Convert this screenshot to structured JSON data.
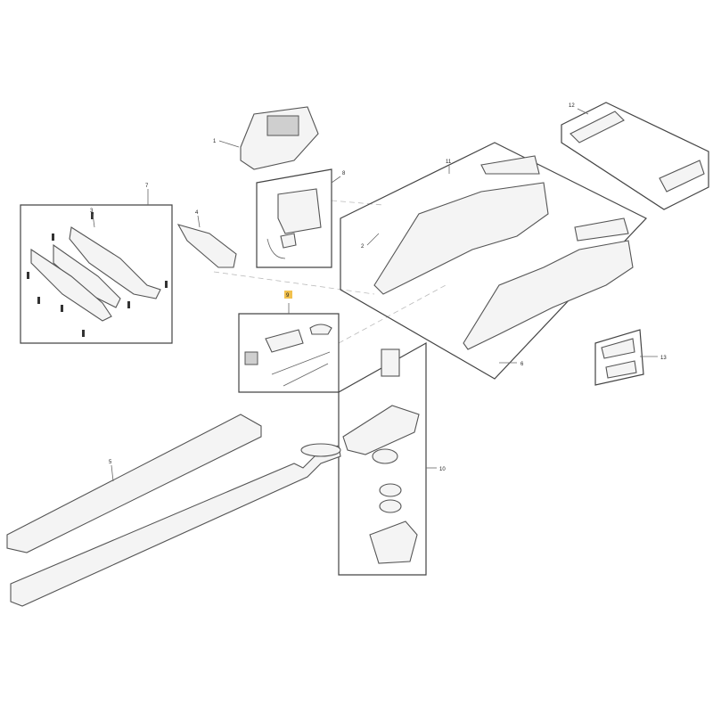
{
  "callouts": [
    "1",
    "2",
    "3",
    "4",
    "5",
    "6",
    "7",
    "8",
    "9",
    "10",
    "11",
    "12",
    "13"
  ],
  "highlight_color": "#f2c14e"
}
